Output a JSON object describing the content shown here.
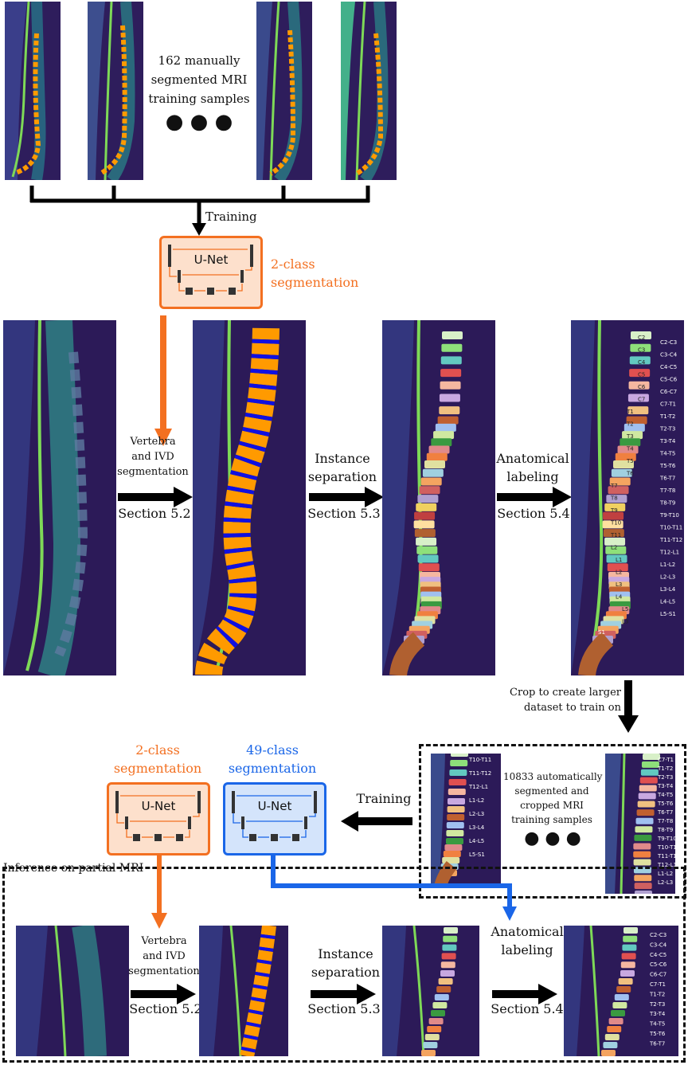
{
  "top_caption": {
    "line1": "162 manually",
    "line2": "segmented MRI",
    "line3": "training samples",
    "ellipsis": "● ● ●"
  },
  "training_label": "Training",
  "unet_label": "U-Net",
  "two_class": {
    "line1": "2-class",
    "line2": "segmentation"
  },
  "forty_nine_class": {
    "line1": "49-class",
    "line2": "segmentation"
  },
  "steps": {
    "seg": {
      "line1": "Vertebra",
      "line2": "and IVD",
      "line3": "segmentation",
      "section": "Section 5.2"
    },
    "inst": {
      "line1": "Instance",
      "line2": "separation",
      "section": "Section 5.3"
    },
    "anat": {
      "line1": "Anatomical",
      "line2": "labeling",
      "section": "Section 5.4"
    }
  },
  "crop_caption": {
    "line1": "Crop to create larger",
    "line2": "dataset to train on"
  },
  "auto_caption": {
    "line1": "10833 automatically",
    "line2": "segmented and",
    "line3": "cropped MRI",
    "line4": "training samples",
    "ellipsis": "● ● ●"
  },
  "training_label2": "Training",
  "inference_label": "Inference on partial MRI",
  "labels_full": [
    "C2-C3",
    "C3-C4",
    "C4-C5",
    "C5-C6",
    "C6-C7",
    "C7-T1",
    "T1-T2",
    "T2-T3",
    "T3-T4",
    "T4-T5",
    "T5-T6",
    "T6-T7",
    "T7-T8",
    "T8-T9",
    "T9-T10",
    "T10-T11",
    "T11-T12",
    "T12-L1",
    "L1-L2",
    "L2-L3",
    "L3-L4",
    "L4-L5",
    "L5-S1"
  ],
  "vert_full": [
    "C2",
    "C3",
    "C4",
    "C5",
    "C6",
    "C7",
    "T1",
    "T2",
    "T3",
    "T4",
    "T5",
    "T6",
    "T7",
    "T8",
    "T9",
    "T10",
    "T11",
    "L2",
    "L1",
    "L2",
    "L3",
    "L4",
    "L5",
    "L3"
  ],
  "s1_label": "S1",
  "labels_bottom": [
    "C2-C3",
    "C3-C4",
    "C4-C5",
    "C5-C6",
    "C6-C7",
    "C7-T1",
    "T1-T2",
    "T2-T3",
    "T3-T4",
    "T4-T5",
    "T5-T6",
    "T6-T7"
  ],
  "crop_left_labels": [
    "T10-T11",
    "T11-T12",
    "T12-L1",
    "L1-L2",
    "L2-L3",
    "L3-L4",
    "L4-L5",
    "L5-S1"
  ],
  "crop_right_labels": [
    "C7-T1",
    "T1-T2",
    "T2-T3",
    "T3-T4",
    "T4-T5",
    "T5-T6",
    "T6-T7",
    "T7-T8",
    "T8-T9",
    "T9-T10",
    "T10-T11",
    "T11-T12",
    "T12-L1",
    "L1-L2",
    "L2-L3"
  ],
  "colors": {
    "orange": "#f37021",
    "blue": "#1a66e8",
    "orange_fill": "#fde0cc",
    "blue_fill": "#d4e4fb",
    "vertebra": "#ff9a00",
    "ivd": "#1010e0"
  }
}
